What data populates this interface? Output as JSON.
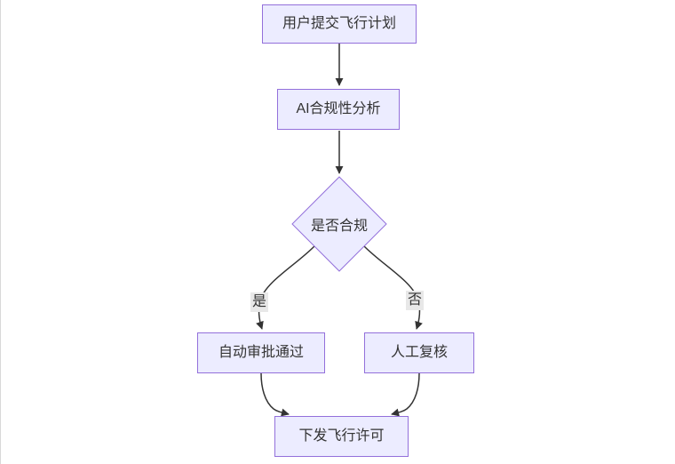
{
  "flowchart": {
    "type": "flowchart",
    "direction": "top-down",
    "nodes": {
      "start": {
        "id": "start",
        "label": "用户提交飞行计划",
        "shape": "rect"
      },
      "analysis": {
        "id": "analysis",
        "label": "AI合规性分析",
        "shape": "rect"
      },
      "decision": {
        "id": "decision",
        "label": "是否合规",
        "shape": "diamond"
      },
      "approve": {
        "id": "approve",
        "label": "自动审批通过",
        "shape": "rect"
      },
      "review": {
        "id": "review",
        "label": "人工复核",
        "shape": "rect"
      },
      "permit": {
        "id": "permit",
        "label": "下发飞行许可",
        "shape": "rect"
      }
    },
    "edges": [
      {
        "from": "start",
        "to": "analysis",
        "label": ""
      },
      {
        "from": "analysis",
        "to": "decision",
        "label": ""
      },
      {
        "from": "decision",
        "to": "approve",
        "label": "是"
      },
      {
        "from": "decision",
        "to": "review",
        "label": "否"
      },
      {
        "from": "approve",
        "to": "permit",
        "label": ""
      },
      {
        "from": "review",
        "to": "permit",
        "label": ""
      }
    ],
    "colors": {
      "node_fill": "#ECECFF",
      "node_border": "#9370DB",
      "edge_line": "#333333",
      "edge_label_bg": "#e8e8e8",
      "text": "#333333",
      "canvas_bg": "#ffffff"
    }
  }
}
